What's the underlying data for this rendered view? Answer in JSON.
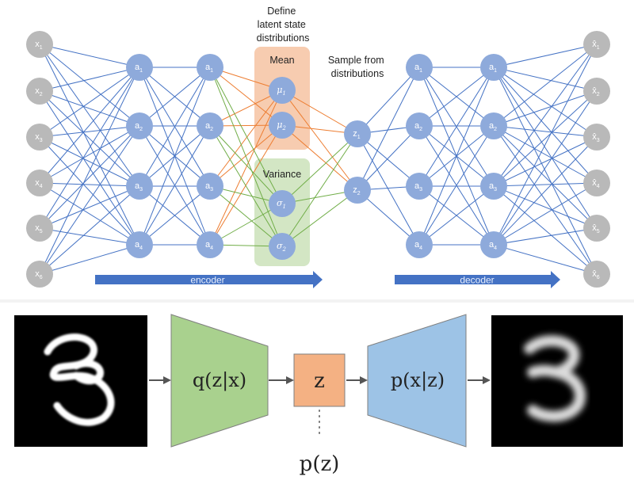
{
  "top": {
    "inputs": [
      {
        "base": "x",
        "sub": "1"
      },
      {
        "base": "x",
        "sub": "2"
      },
      {
        "base": "x",
        "sub": "3"
      },
      {
        "base": "x",
        "sub": "4"
      },
      {
        "base": "x",
        "sub": "5"
      },
      {
        "base": "x",
        "sub": "6"
      }
    ],
    "outputs": [
      {
        "base": "x̂",
        "sub": "1"
      },
      {
        "base": "x̂",
        "sub": "2"
      },
      {
        "base": "x̂",
        "sub": "3"
      },
      {
        "base": "x̂",
        "sub": "4"
      },
      {
        "base": "x̂",
        "sub": "5"
      },
      {
        "base": "x̂",
        "sub": "6"
      }
    ],
    "hidden": [
      {
        "base": "a",
        "sub": "1"
      },
      {
        "base": "a",
        "sub": "2"
      },
      {
        "base": "a",
        "sub": "3"
      },
      {
        "base": "a",
        "sub": "4"
      }
    ],
    "mean_nodes": [
      {
        "base": "μ",
        "sub": "1"
      },
      {
        "base": "μ",
        "sub": "2"
      }
    ],
    "variance_nodes": [
      {
        "base": "σ",
        "sub": "1"
      },
      {
        "base": "σ",
        "sub": "2"
      }
    ],
    "latent_nodes": [
      {
        "base": "z",
        "sub": "1"
      },
      {
        "base": "z",
        "sub": "2"
      }
    ],
    "annotation_define": [
      "Define",
      "latent state",
      "distributions"
    ],
    "annotation_sample": [
      "Sample from",
      "distributions"
    ],
    "mean_label": "Mean",
    "variance_label": "Variance",
    "encoder_label": "encoder",
    "decoder_label": "decoder"
  },
  "bottom": {
    "encoder_label": "q(z|x)",
    "latent_label": "z",
    "decoder_label": "p(x|z)",
    "prior_label": "p(z)",
    "input_image": "handwritten-digit-3-input",
    "output_image": "blurry-reconstructed-digit-3"
  },
  "colors": {
    "input_node": "#b9b9b9",
    "hidden_node": "#8eaadb",
    "mean_box": "#f7ccb0",
    "variance_box": "#cfe3bf",
    "blue_edge": "#4472c4",
    "orange_edge": "#ed7d31",
    "green_edge": "#70ad47",
    "arrow": "#4472c4",
    "encoder_trap": "#a9d18e",
    "latent_box": "#f4b183",
    "decoder_trap": "#9dc3e6"
  }
}
